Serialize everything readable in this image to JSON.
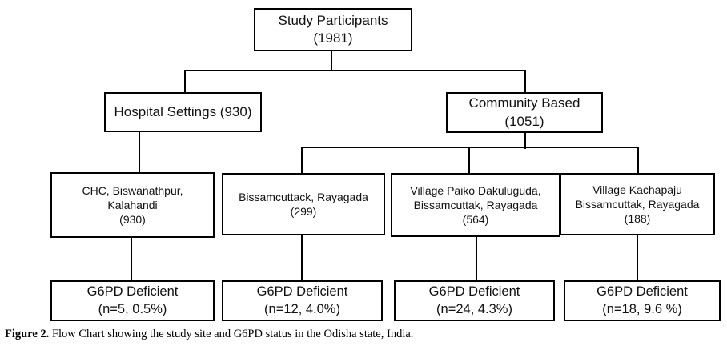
{
  "root": {
    "title": "Study Participants",
    "count": "(1981)"
  },
  "hospital": {
    "label": "Hospital Settings (930)"
  },
  "community": {
    "title": "Community Based",
    "count": "(1051)"
  },
  "sites": [
    {
      "lines": [
        "CHC, Biswanathpur,",
        "Kalahandi",
        "(930)"
      ]
    },
    {
      "lines": [
        "Bissamcuttack, Rayagada",
        "(299)"
      ]
    },
    {
      "lines": [
        "Village Paiko Dakuluguda,",
        "Bissamcuttak, Rayagada",
        "(564)"
      ]
    },
    {
      "lines": [
        "Village Kachapaju",
        "Bissamcuttak, Rayagada",
        "(188)"
      ]
    }
  ],
  "results": [
    {
      "title": "G6PD Deficient",
      "value": "(n=5, 0.5%)"
    },
    {
      "title": "G6PD Deficient",
      "value": "(n=12, 4.0%)"
    },
    {
      "title": "G6PD Deficient",
      "value": "(n=24, 4.3%)"
    },
    {
      "title": "G6PD Deficient",
      "value": "(n=18, 9.6 %)"
    }
  ],
  "caption": {
    "label": "Figure 2.",
    "text": " Flow Chart showing the study site and G6PD status in the Odisha state, India."
  }
}
